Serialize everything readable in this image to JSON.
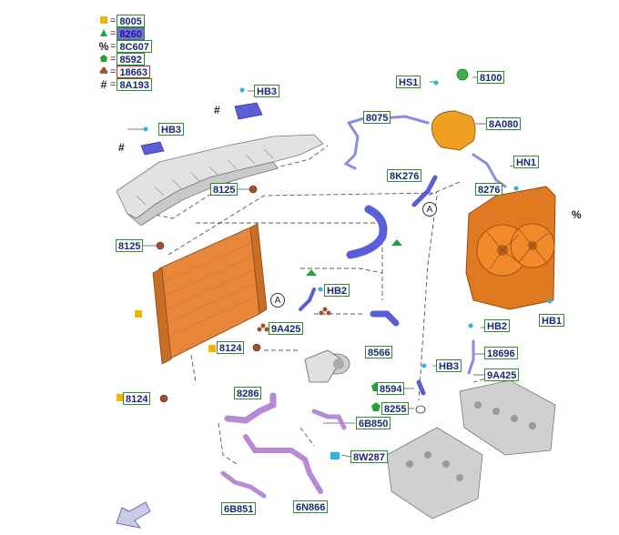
{
  "legend": [
    {
      "symbol": "square",
      "color": "#f4b400",
      "code": "8005",
      "highlight": false
    },
    {
      "symbol": "triangle",
      "color": "#22a33a",
      "code": "8260",
      "highlight": true
    },
    {
      "symbol": "%",
      "color": "#222222",
      "code": "8C607",
      "highlight": false
    },
    {
      "symbol": "pentagon",
      "color": "#22a33a",
      "code": "8592",
      "highlight": false
    },
    {
      "symbol": "club",
      "color": "#a0522d",
      "code": "18663",
      "highlight": false,
      "red": true
    },
    {
      "symbol": "#",
      "color": "#222222",
      "code": "8A193",
      "highlight": false
    }
  ],
  "labels": {
    "hb3_top": "HB3",
    "hb3_left": "HB3",
    "c8125_a": "8125",
    "c8125_b": "8125",
    "c8124_a": "8124",
    "c8124_b": "8124",
    "c9a425_a": "9A425",
    "c9a425_b": "9A425",
    "hb2_mid": "HB2",
    "hb2_right": "HB2",
    "c8566": "8566",
    "c8286": "8286",
    "c6b850": "6B850",
    "c8w287": "8W287",
    "c6b851": "6B851",
    "c6n866": "6N866",
    "c8594": "8594",
    "c8255": "8255",
    "hb3_low": "HB3",
    "c18696": "18696",
    "hb1": "HB1",
    "hn1": "HN1",
    "c8276": "8276",
    "c8k276": "8K276",
    "c8075": "8075",
    "hs1": "HS1",
    "c8100": "8100",
    "c8a080": "8A080"
  },
  "callouts": {
    "a1": "A",
    "a2": "A"
  },
  "marks": {
    "hash": "#",
    "percent": "%"
  },
  "colors": {
    "radiator": "#e8873a",
    "fan": "#e07a20",
    "bracket": "#d8d8d8",
    "hose_blue": "#5b5fd6",
    "hose_purple": "#b78ad6",
    "reservoir": "#f0a020",
    "label_border": "#2e8b2e"
  }
}
